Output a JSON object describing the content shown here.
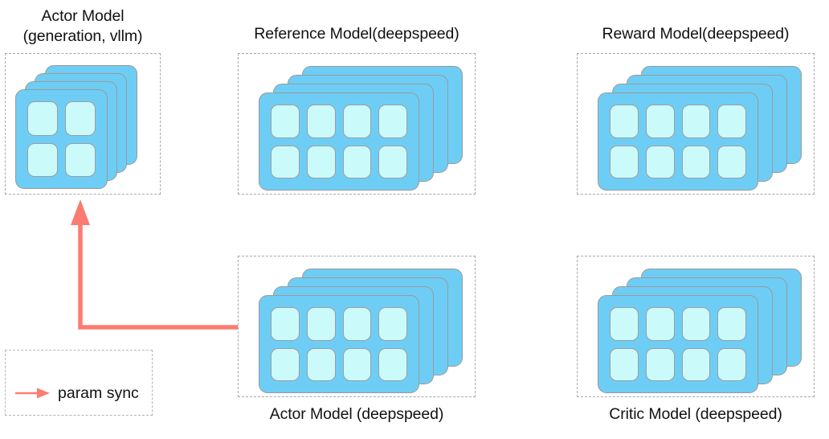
{
  "diagram": {
    "title_hidden": "",
    "accent_arrow_color": "#FB7C72",
    "card_color": "#6ECDF5",
    "cell_color": "#CBFAFA",
    "dashed_border_color": "#A8A8A8",
    "groups": [
      {
        "id": "actor-vllm",
        "label": "Actor Model\n(generation, vllm)",
        "label_position": "top",
        "grid": "2x2",
        "cells": 4,
        "layers": 4
      },
      {
        "id": "reference",
        "label": "Reference Model(deepspeed)",
        "label_position": "top",
        "grid": "4x2",
        "cells": 8,
        "layers": 4
      },
      {
        "id": "reward",
        "label": "Reward Model(deepspeed)",
        "label_position": "top",
        "grid": "4x2",
        "cells": 8,
        "layers": 4
      },
      {
        "id": "actor-deepspeed",
        "label": "Actor Model (deepspeed)",
        "label_position": "bottom",
        "grid": "4x2",
        "cells": 8,
        "layers": 4
      },
      {
        "id": "critic",
        "label": "Critic Model (deepspeed)",
        "label_position": "bottom",
        "grid": "4x2",
        "cells": 8,
        "layers": 4
      }
    ],
    "legend": {
      "items": [
        {
          "icon": "arrow-right-icon",
          "label": "param sync",
          "color": "#FB7C72"
        }
      ]
    },
    "connections": [
      {
        "id": "param-sync-arrow",
        "from": "actor-deepspeed",
        "to": "actor-vllm",
        "label": "param sync",
        "color": "#FB7C72"
      }
    ]
  }
}
